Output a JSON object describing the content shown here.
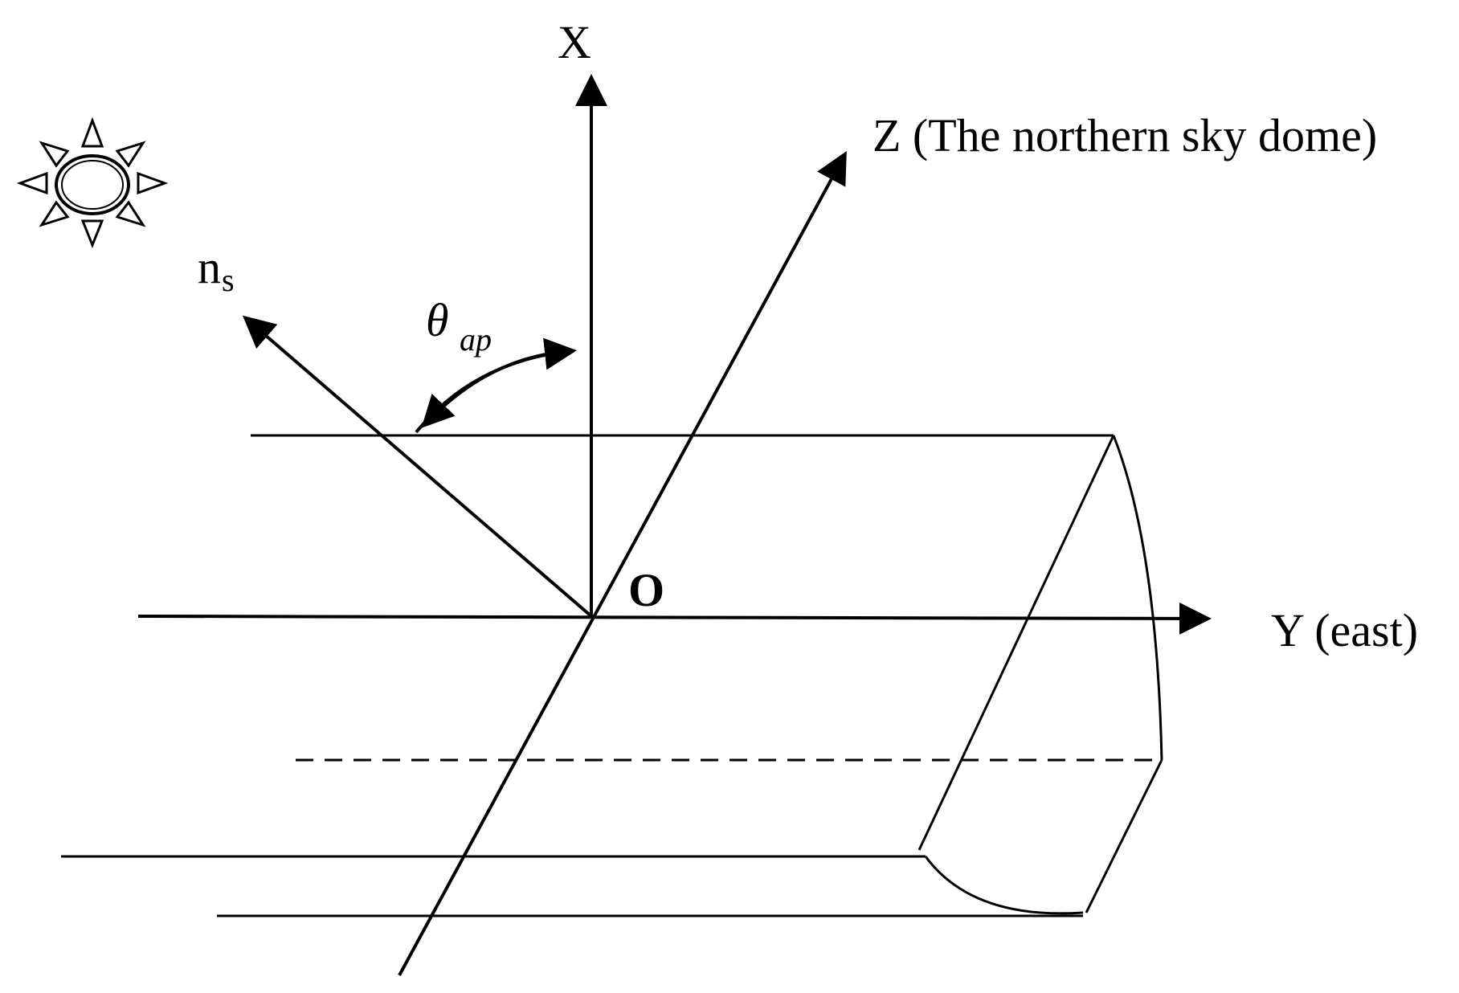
{
  "labels": {
    "x_axis": "X",
    "z_axis": "Z (The northern sky dome)",
    "y_axis": "Y (east)",
    "origin": "O",
    "normal_main": "n",
    "normal_sub": "s",
    "angle_main": "θ",
    "angle_sub": "ap"
  },
  "icons": {
    "sun": "sun-icon"
  }
}
